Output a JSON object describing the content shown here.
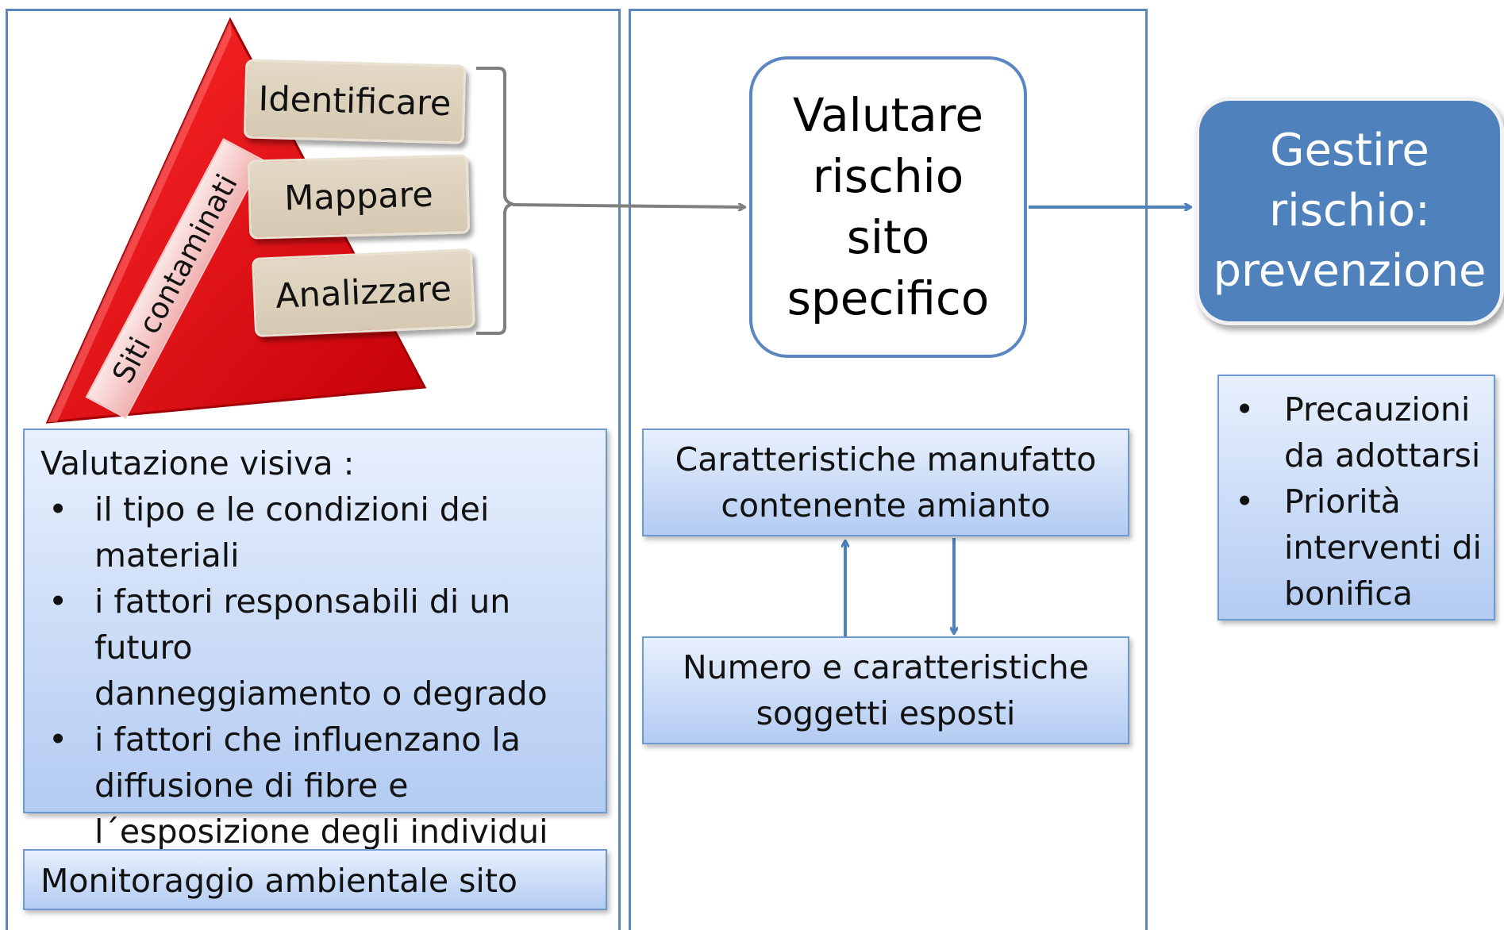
{
  "pyramid": {
    "side_label": "Siti contaminati",
    "steps": [
      "Identificare",
      "Mappare",
      "Analizzare"
    ]
  },
  "visual_assessment": {
    "title": "Valutazione visiva :",
    "bullet_symbol": "•",
    "items": [
      [
        "il tipo e le condizioni dei",
        "materiali"
      ],
      [
        "i fattori responsabili di un futuro",
        "danneggiamento o degrado"
      ],
      [
        "i fattori che influenzano la",
        "diffusione di fibre e",
        "l´esposizione degli individui"
      ]
    ]
  },
  "monitoring": {
    "label": "Monitoraggio ambientale sito"
  },
  "evaluate": {
    "lines": [
      "Valutare",
      "rischio",
      "sito",
      "specifico"
    ]
  },
  "characteristics": {
    "lines": [
      "Caratteristiche manufatto",
      "contenente amianto"
    ]
  },
  "exposed": {
    "lines": [
      "Numero e caratteristiche",
      "soggetti esposti"
    ]
  },
  "manage": {
    "lines": [
      "Gestire",
      "rischio:",
      "prevenzione"
    ]
  },
  "precautions": {
    "items": [
      [
        "Precauzioni",
        "da adottarsi"
      ],
      [
        "Priorità",
        "interventi di",
        "bonifica"
      ]
    ]
  },
  "colors": {
    "panel_border": "#5b86c0",
    "pyramid_red": "#e3080f",
    "manage_fill": "#4f81bd",
    "arrow": "#4f81bd",
    "arrow_gray": "#7f7f7f"
  }
}
